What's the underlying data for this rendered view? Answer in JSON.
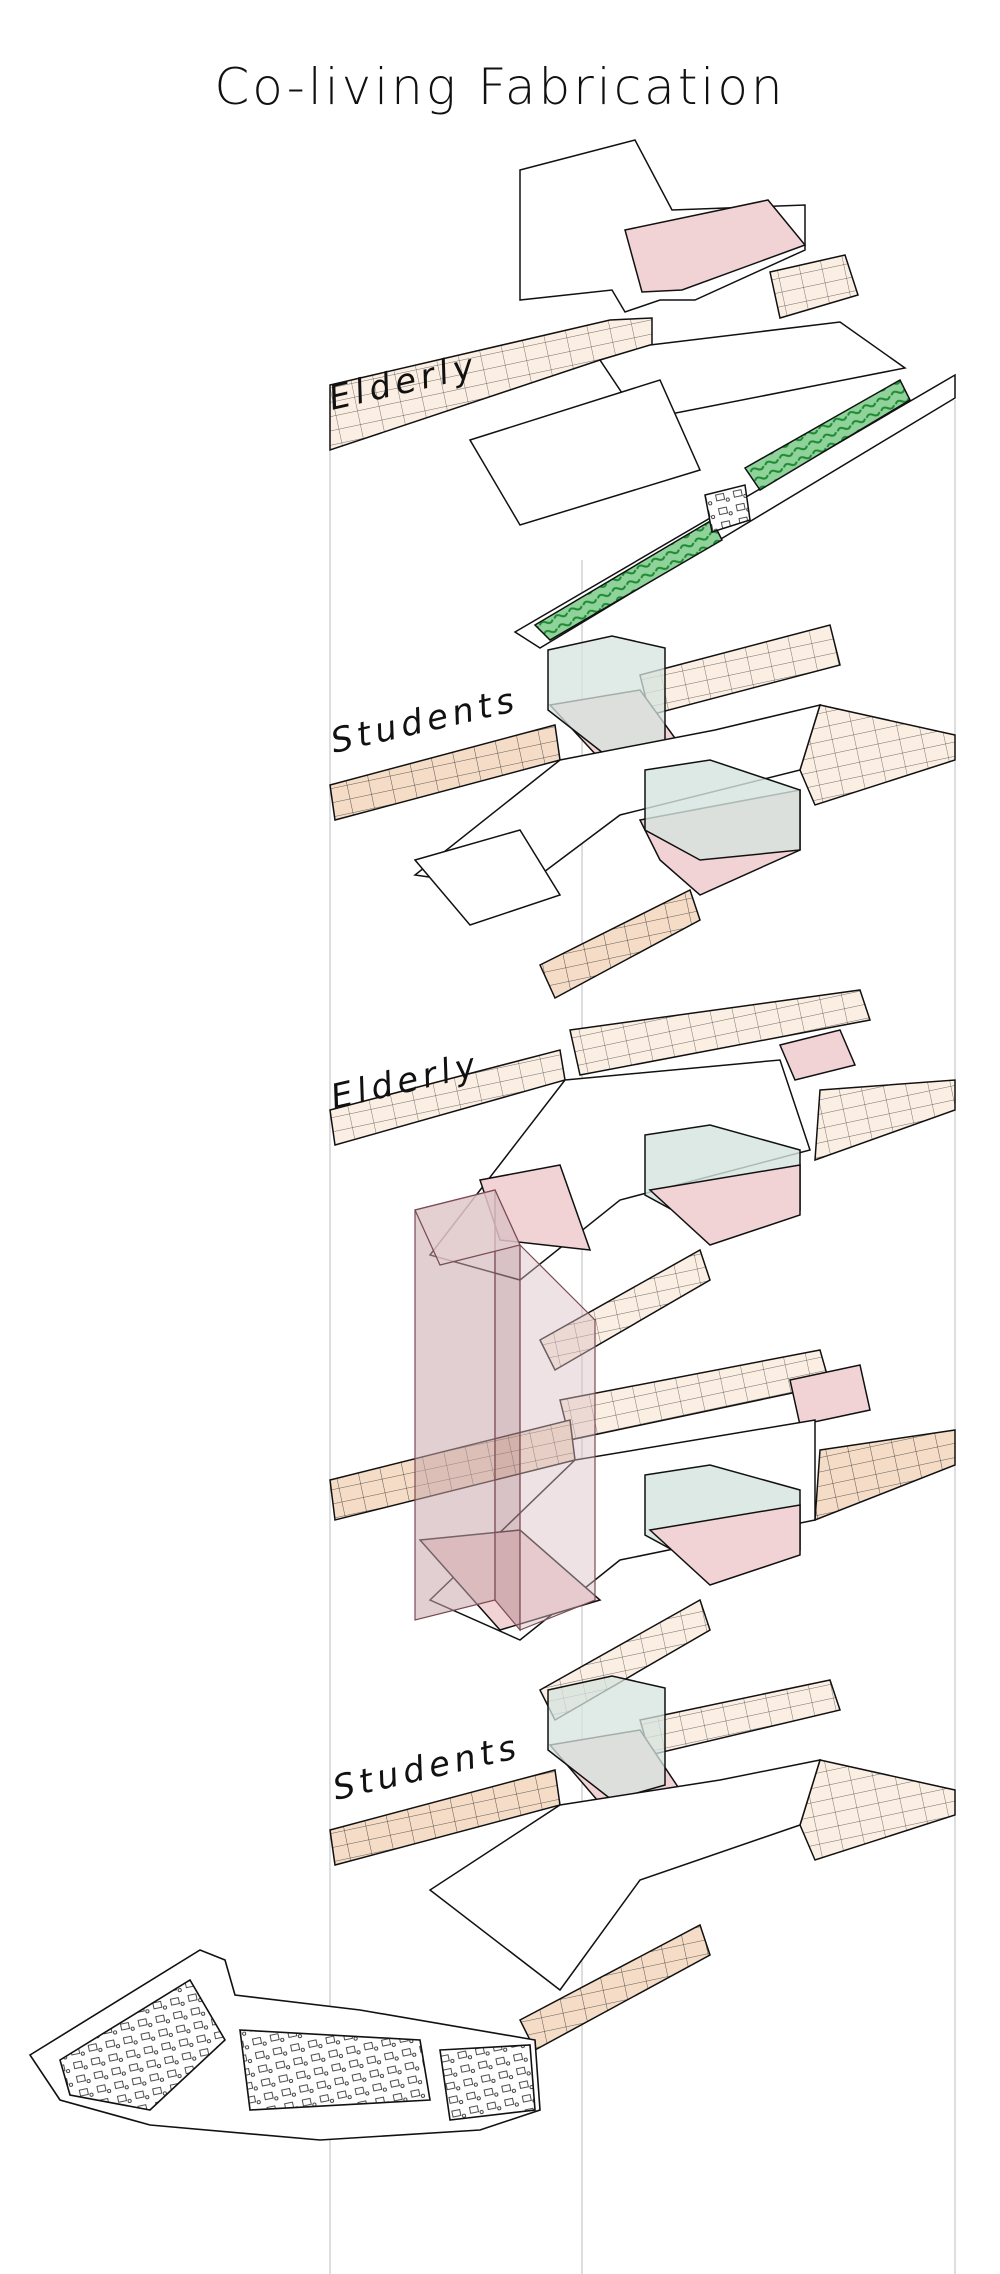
{
  "title": "Co-living Fabrication",
  "labels": {
    "elderly_top": "Elderly",
    "students_upper": "Students",
    "elderly_mid": "Elderly",
    "students_lower": "Students"
  },
  "colors": {
    "room_fill": "#f4dcc6",
    "common_fill": "#f2d3d5",
    "green_roof": "#3fae52",
    "glass_volume": "#d5e3de",
    "void_shaft": "#c9a7ac",
    "outline": "#111111"
  }
}
